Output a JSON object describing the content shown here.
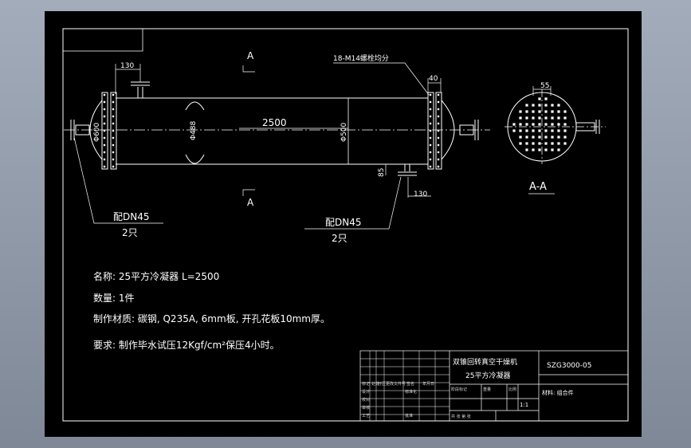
{
  "drawing": {
    "note_bolts": "18-M14螺栓均分",
    "dim_130_top": "130",
    "dim_40": "40",
    "dim_55": "55",
    "dim_2500": "2500",
    "dim_d600": "Φ600",
    "dim_d488": "Φ488",
    "dim_d500": "Φ500",
    "dim_85": "85",
    "dim_130_bottom": "130",
    "section_top": "A",
    "section_bottom": "A",
    "section_view": "A-A",
    "nozzle_left_spec": "配DN45",
    "nozzle_left_qty": "2只",
    "nozzle_right_spec": "配DN45",
    "nozzle_right_qty": "2只"
  },
  "notes": {
    "name": "名称: 25平方冷凝器  L=2500",
    "quantity": "数量: 1件",
    "material": "制作材质: 碳钢, Q235A, 6mm板, 开孔花板10mm厚。",
    "requirement": "要求: 制作毕水试压12Kgf/cm²保压4小时。"
  },
  "title_block": {
    "title_line1": "双锥回转真空干燥机",
    "title_line2": "25平方冷凝器",
    "drawing_no": "SZG3000-05",
    "material_label": "材料: 组合件",
    "scale": "1:1",
    "row_labels": [
      "标记",
      "处数",
      "分区",
      "更改文件号",
      "签名",
      "年月日"
    ],
    "role_labels": [
      "设计",
      "标准化",
      "校对",
      "审核",
      "工艺",
      "批准"
    ],
    "stage_labels": [
      "阶段标记",
      "重量",
      "比例"
    ],
    "sheet_label": "共 张 第 张"
  }
}
